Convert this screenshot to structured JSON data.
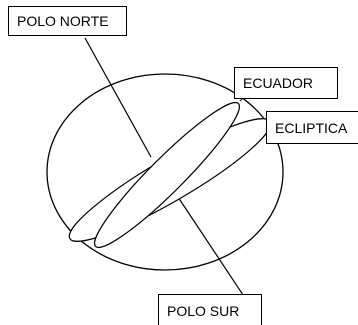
{
  "labels": {
    "polo_norte": "POLO NORTE",
    "ecuador": "ECUADOR",
    "ecliptica": "ECLIPTICA",
    "polo_sur": "POLO SUR"
  },
  "colors": {
    "stroke": "#000000",
    "background": "#ffffff"
  }
}
